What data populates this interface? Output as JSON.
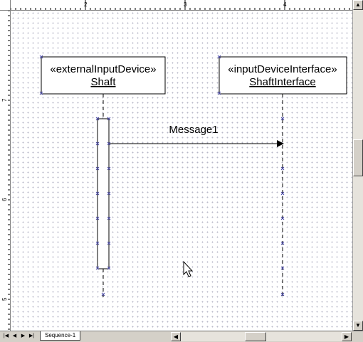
{
  "ruler": {
    "top_labels": [
      "2",
      "3",
      "4"
    ],
    "left_labels": [
      "7",
      "6",
      "5"
    ]
  },
  "diagram": {
    "lifelines": [
      {
        "stereotype": "«externalInputDevice»",
        "name": "Shaft"
      },
      {
        "stereotype": "«inputDeviceInterface»",
        "name": "ShaftInterface"
      }
    ],
    "message": {
      "label": "Message1"
    }
  },
  "sheet_tabs": [
    {
      "label": "Sequence-1"
    }
  ],
  "icons": {
    "nav_first": "first-page-icon",
    "nav_prev": "previous-page-icon",
    "nav_next": "next-page-icon",
    "nav_last": "last-page-icon",
    "scroll_up": "scroll-up-arrow-icon",
    "scroll_down": "scroll-down-arrow-icon",
    "scroll_left": "scroll-left-arrow-icon",
    "scroll_right": "scroll-right-arrow-icon",
    "connection_point": "x-mark-icon",
    "cursor": "mouse-pointer-icon"
  },
  "colors": {
    "connection_point": "#4a4aa8",
    "grid_dot": "#b8b8c8"
  }
}
